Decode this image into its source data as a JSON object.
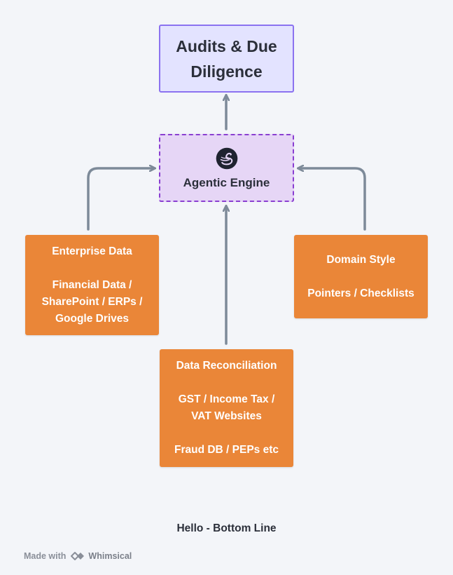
{
  "nodes": {
    "audits": {
      "label": "Audits & Due Diligence",
      "line1": "Audits & Due",
      "line2": "Diligence"
    },
    "engine": {
      "label": "Agentic Engine",
      "icon": "swan-logo-icon"
    },
    "enterprise": {
      "title": "Enterprise Data",
      "detail_lines": [
        "Financial Data /",
        "SharePoint / ERPs /",
        "Google Drives"
      ]
    },
    "domain": {
      "title": "Domain Style",
      "detail_lines": [
        "Pointers / Checklists"
      ]
    },
    "recon": {
      "title": "Data Reconciliation",
      "detail_lines": [
        "GST / Income Tax /",
        "VAT Websites"
      ],
      "extra_lines": [
        "Fraud DB / PEPs etc"
      ]
    }
  },
  "edges": [
    {
      "from": "engine",
      "to": "audits"
    },
    {
      "from": "enterprise",
      "to": "engine"
    },
    {
      "from": "domain",
      "to": "engine"
    },
    {
      "from": "recon",
      "to": "engine"
    }
  ],
  "bottom_text": "Hello - Bottom Line",
  "footer": {
    "made_with": "Made with",
    "brand": "Whimsical",
    "icon": "whimsical-logo-icon"
  },
  "colors": {
    "background": "#f3f5f9",
    "arrow": "#7d8a99",
    "top_fill": "#e3e3ff",
    "top_border": "#8b72f0",
    "engine_fill": "#e6d6f6",
    "engine_border": "#8a3fd1",
    "source_fill": "#ea8638"
  }
}
